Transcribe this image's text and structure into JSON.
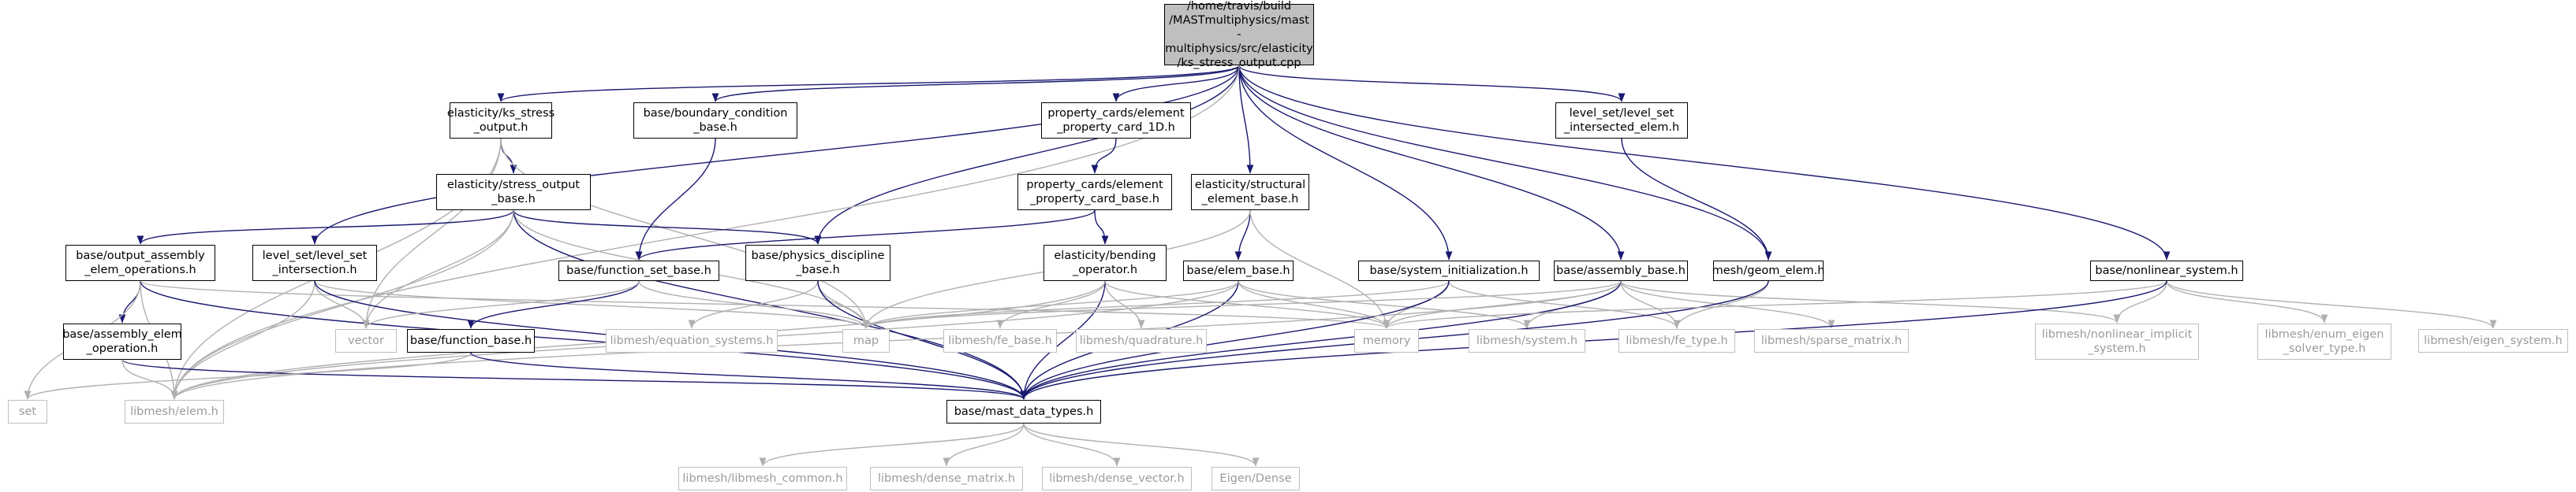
{
  "diagram": {
    "colors": {
      "edge": "#191970",
      "external_edge": "#b0b0b0",
      "root_fill": "#bfbfbf",
      "external_text": "#9b9b9b"
    },
    "nodes": {
      "root": {
        "label": "/home/travis/build\n/MASTmultiphysics/mast\n-multiphysics/src/elasticity\n/ks_stress_output.cpp",
        "kind": "root"
      },
      "ks_stress_output_h": {
        "label": "elasticity/ks_stress\n_output.h",
        "kind": "internal"
      },
      "boundary_condition_base_h": {
        "label": "base/boundary_condition\n_base.h",
        "kind": "internal"
      },
      "element_property_card_1d_h": {
        "label": "property_cards/element\n_property_card_1D.h",
        "kind": "internal"
      },
      "level_set_intersected_elem_h": {
        "label": "level_set/level_set\n_intersected_elem.h",
        "kind": "internal"
      },
      "stress_output_base_h": {
        "label": "elasticity/stress_output\n_base.h",
        "kind": "internal"
      },
      "element_property_card_base_h": {
        "label": "property_cards/element\n_property_card_base.h",
        "kind": "internal"
      },
      "structural_element_base_h": {
        "label": "elasticity/structural\n_element_base.h",
        "kind": "internal"
      },
      "output_assembly_elem_operations_h": {
        "label": "base/output_assembly\n_elem_operations.h",
        "kind": "internal"
      },
      "level_set_intersection_h": {
        "label": "level_set/level_set\n_intersection.h",
        "kind": "internal"
      },
      "function_set_base_h": {
        "label": "base/function_set_base.h",
        "kind": "internal"
      },
      "physics_discipline_base_h": {
        "label": "base/physics_discipline\n_base.h",
        "kind": "internal"
      },
      "bending_operator_h": {
        "label": "elasticity/bending\n_operator.h",
        "kind": "internal"
      },
      "elem_base_h": {
        "label": "base/elem_base.h",
        "kind": "internal"
      },
      "system_initialization_h": {
        "label": "base/system_initialization.h",
        "kind": "internal"
      },
      "assembly_base_h": {
        "label": "base/assembly_base.h",
        "kind": "internal"
      },
      "geom_elem_h": {
        "label": "mesh/geom_elem.h",
        "kind": "internal"
      },
      "nonlinear_system_h": {
        "label": "base/nonlinear_system.h",
        "kind": "internal"
      },
      "assembly_elem_operation_h": {
        "label": "base/assembly_elem\n_operation.h",
        "kind": "internal"
      },
      "vector": {
        "label": "vector",
        "kind": "external"
      },
      "function_base_h": {
        "label": "base/function_base.h",
        "kind": "internal"
      },
      "equation_systems_h": {
        "label": "libmesh/equation_systems.h",
        "kind": "external"
      },
      "map": {
        "label": "map",
        "kind": "external"
      },
      "fe_base_h": {
        "label": "libmesh/fe_base.h",
        "kind": "external"
      },
      "quadrature_h": {
        "label": "libmesh/quadrature.h",
        "kind": "external"
      },
      "memory": {
        "label": "memory",
        "kind": "external"
      },
      "system_h": {
        "label": "libmesh/system.h",
        "kind": "external"
      },
      "fe_type_h": {
        "label": "libmesh/fe_type.h",
        "kind": "external"
      },
      "sparse_matrix_h": {
        "label": "libmesh/sparse_matrix.h",
        "kind": "external"
      },
      "nonlinear_implicit_system_h": {
        "label": "libmesh/nonlinear_implicit\n_system.h",
        "kind": "external"
      },
      "enum_eigen_solver_type_h": {
        "label": "libmesh/enum_eigen\n_solver_type.h",
        "kind": "external"
      },
      "eigen_system_h": {
        "label": "libmesh/eigen_system.h",
        "kind": "external"
      },
      "set": {
        "label": "set",
        "kind": "external"
      },
      "elem_h": {
        "label": "libmesh/elem.h",
        "kind": "external"
      },
      "mast_data_types_h": {
        "label": "base/mast_data_types.h",
        "kind": "internal"
      },
      "libmesh_common_h": {
        "label": "libmesh/libmesh_common.h",
        "kind": "external"
      },
      "dense_matrix_h": {
        "label": "libmesh/dense_matrix.h",
        "kind": "external"
      },
      "dense_vector_h": {
        "label": "libmesh/dense_vector.h",
        "kind": "external"
      },
      "eigen_dense": {
        "label": "Eigen/Dense",
        "kind": "external"
      }
    },
    "edges": [
      [
        "root",
        "ks_stress_output_h"
      ],
      [
        "root",
        "boundary_condition_base_h"
      ],
      [
        "root",
        "element_property_card_1d_h"
      ],
      [
        "root",
        "level_set_intersected_elem_h"
      ],
      [
        "root",
        "structural_element_base_h"
      ],
      [
        "root",
        "level_set_intersection_h"
      ],
      [
        "root",
        "physics_discipline_base_h"
      ],
      [
        "root",
        "system_initialization_h"
      ],
      [
        "root",
        "assembly_base_h"
      ],
      [
        "root",
        "geom_elem_h"
      ],
      [
        "root",
        "nonlinear_system_h"
      ],
      [
        "root",
        "elem_h"
      ],
      [
        "ks_stress_output_h",
        "stress_output_base_h"
      ],
      [
        "ks_stress_output_h",
        "vector"
      ],
      [
        "ks_stress_output_h",
        "map"
      ],
      [
        "ks_stress_output_h",
        "elem_h"
      ],
      [
        "boundary_condition_base_h",
        "function_set_base_h"
      ],
      [
        "element_property_card_1d_h",
        "element_property_card_base_h"
      ],
      [
        "element_property_card_base_h",
        "function_set_base_h"
      ],
      [
        "element_property_card_base_h",
        "bending_operator_h"
      ],
      [
        "level_set_intersected_elem_h",
        "geom_elem_h"
      ],
      [
        "stress_output_base_h",
        "output_assembly_elem_operations_h"
      ],
      [
        "stress_output_base_h",
        "physics_discipline_base_h"
      ],
      [
        "stress_output_base_h",
        "vector"
      ],
      [
        "stress_output_base_h",
        "map"
      ],
      [
        "stress_output_base_h",
        "mast_data_types_h"
      ],
      [
        "stress_output_base_h",
        "elem_h"
      ],
      [
        "structural_element_base_h",
        "elem_base_h"
      ],
      [
        "structural_element_base_h",
        "map"
      ],
      [
        "structural_element_base_h",
        "memory"
      ],
      [
        "output_assembly_elem_operations_h",
        "assembly_elem_operation_h"
      ],
      [
        "output_assembly_elem_operations_h",
        "set"
      ],
      [
        "output_assembly_elem_operations_h",
        "elem_h"
      ],
      [
        "output_assembly_elem_operations_h",
        "mast_data_types_h"
      ],
      [
        "output_assembly_elem_operations_h",
        "memory"
      ],
      [
        "level_set_intersection_h",
        "vector"
      ],
      [
        "level_set_intersection_h",
        "map"
      ],
      [
        "level_set_intersection_h",
        "elem_h"
      ],
      [
        "level_set_intersection_h",
        "mast_data_types_h"
      ],
      [
        "function_set_base_h",
        "function_base_h"
      ],
      [
        "function_set_base_h",
        "vector"
      ],
      [
        "function_set_base_h",
        "map"
      ],
      [
        "physics_discipline_base_h",
        "equation_systems_h"
      ],
      [
        "physics_discipline_base_h",
        "map"
      ],
      [
        "physics_discipline_base_h",
        "mast_data_types_h"
      ],
      [
        "bending_operator_h",
        "fe_base_h"
      ],
      [
        "bending_operator_h",
        "quadrature_h"
      ],
      [
        "bending_operator_h",
        "memory"
      ],
      [
        "bending_operator_h",
        "mast_data_types_h"
      ],
      [
        "bending_operator_h",
        "elem_h"
      ],
      [
        "elem_base_h",
        "map"
      ],
      [
        "elem_base_h",
        "memory"
      ],
      [
        "elem_base_h",
        "system_h"
      ],
      [
        "elem_base_h",
        "mast_data_types_h"
      ],
      [
        "elem_base_h",
        "elem_h"
      ],
      [
        "system_initialization_h",
        "map"
      ],
      [
        "system_initialization_h",
        "memory"
      ],
      [
        "system_initialization_h",
        "fe_type_h"
      ],
      [
        "system_initialization_h",
        "mast_data_types_h"
      ],
      [
        "assembly_base_h",
        "map"
      ],
      [
        "assembly_base_h",
        "memory"
      ],
      [
        "assembly_base_h",
        "system_h"
      ],
      [
        "assembly_base_h",
        "fe_type_h"
      ],
      [
        "assembly_base_h",
        "sparse_matrix_h"
      ],
      [
        "assembly_base_h",
        "nonlinear_implicit_system_h"
      ],
      [
        "assembly_base_h",
        "mast_data_types_h"
      ],
      [
        "assembly_base_h",
        "elem_h"
      ],
      [
        "geom_elem_h",
        "fe_type_h"
      ],
      [
        "geom_elem_h",
        "mast_data_types_h"
      ],
      [
        "nonlinear_system_h",
        "memory"
      ],
      [
        "nonlinear_system_h",
        "nonlinear_implicit_system_h"
      ],
      [
        "nonlinear_system_h",
        "enum_eigen_solver_type_h"
      ],
      [
        "nonlinear_system_h",
        "eigen_system_h"
      ],
      [
        "nonlinear_system_h",
        "mast_data_types_h"
      ],
      [
        "assembly_elem_operation_h",
        "mast_data_types_h"
      ],
      [
        "assembly_elem_operation_h",
        "elem_h"
      ],
      [
        "function_base_h",
        "set"
      ],
      [
        "function_base_h",
        "mast_data_types_h"
      ],
      [
        "mast_data_types_h",
        "libmesh_common_h"
      ],
      [
        "mast_data_types_h",
        "dense_matrix_h"
      ],
      [
        "mast_data_types_h",
        "dense_vector_h"
      ],
      [
        "mast_data_types_h",
        "eigen_dense"
      ]
    ]
  }
}
